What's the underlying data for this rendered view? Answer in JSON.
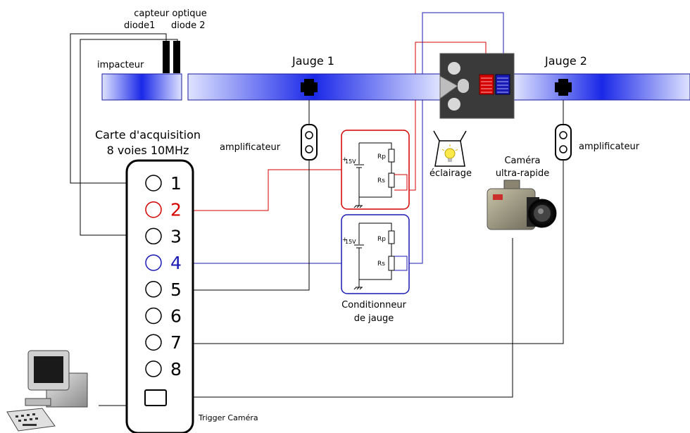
{
  "sensor": {
    "line1": "capteur optique",
    "line2a": "diode1",
    "line2b": "diode 2"
  },
  "impactor_label": "impacteur",
  "gauge1_label": "Jauge 1",
  "gauge2_label": "Jauge 2",
  "acquisition": {
    "line1": "Carte d'acquisition",
    "line2": "8 voies 10MHz"
  },
  "amplifier1_label": "amplificateur",
  "amplifier2_label": "amplificateur",
  "lighting_label": "éclairage",
  "camera": {
    "line1": "Caméra",
    "line2": "ultra-rapide"
  },
  "conditioner": {
    "line1": "Conditionneur",
    "line2": "de jauge"
  },
  "circuit": {
    "voltage": "15V",
    "plus": "+",
    "rp": "Rp",
    "rs": "Rs"
  },
  "channels": [
    {
      "label": "1",
      "color": "#000000"
    },
    {
      "label": "2",
      "color": "#d40000"
    },
    {
      "label": "3",
      "color": "#000000"
    },
    {
      "label": "4",
      "color": "#1a1ab4"
    },
    {
      "label": "5",
      "color": "#000000"
    },
    {
      "label": "6",
      "color": "#000000"
    },
    {
      "label": "7",
      "color": "#000000"
    },
    {
      "label": "8",
      "color": "#000000"
    }
  ],
  "trigger_label": "Trigger Caméra",
  "colors": {
    "bar": "#2233dd",
    "red_wire": "#d40000",
    "blue_wire": "#1a1ab4",
    "wire": "#000000"
  }
}
